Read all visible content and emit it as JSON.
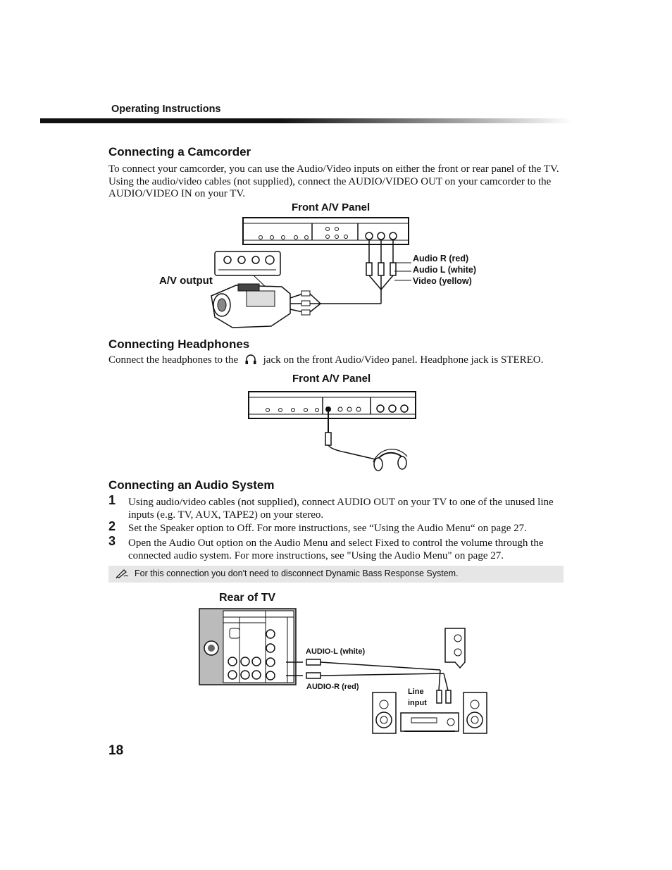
{
  "header": {
    "section": "Operating Instructions",
    "page_number": "18"
  },
  "camcorder": {
    "title": "Connecting a Camcorder",
    "body": "To connect your camcorder, you can use the Audio/Video inputs on either the front or rear panel of the TV. Using the audio/video cables (not supplied), connect the AUDIO/VIDEO OUT on your camcorder to the AUDIO/VIDEO IN on your TV.",
    "diagram": {
      "panel_label": "Front A/V Panel",
      "output_label": "A/V output",
      "audio_r": "Audio R (red)",
      "audio_l": "Audio L (white)",
      "video": "Video (yellow)"
    }
  },
  "headphones": {
    "title": "Connecting Headphones",
    "body_before": "Connect the headphones to the",
    "body_after": "jack on the front Audio/Video panel. Headphone jack is STEREO.",
    "panel_label": "Front A/V Panel"
  },
  "audio_system": {
    "title": "Connecting an Audio System",
    "steps": [
      {
        "num": "1",
        "text": "Using audio/video cables (not supplied), connect AUDIO OUT on your TV to one of the unused line inputs (e.g. TV, AUX, TAPE2) on your stereo."
      },
      {
        "num": "2",
        "text": "Set the Speaker option to Off. For more instructions, see “Using the Audio Menu“ on page 27."
      },
      {
        "num": "3",
        "text": "Open the Audio Out option on the Audio Menu and select Fixed to control the volume through the connected audio system. For more instructions, see \"Using the Audio Menu\" on page 27."
      }
    ],
    "note": "For this connection you don't need to disconnect Dynamic Bass Response System.",
    "diagram": {
      "rear_label": "Rear of TV",
      "audio_l": "AUDIO-L (white)",
      "audio_r": "AUDIO-R (red)",
      "line_input_1": "Line",
      "line_input_2": "input"
    }
  }
}
